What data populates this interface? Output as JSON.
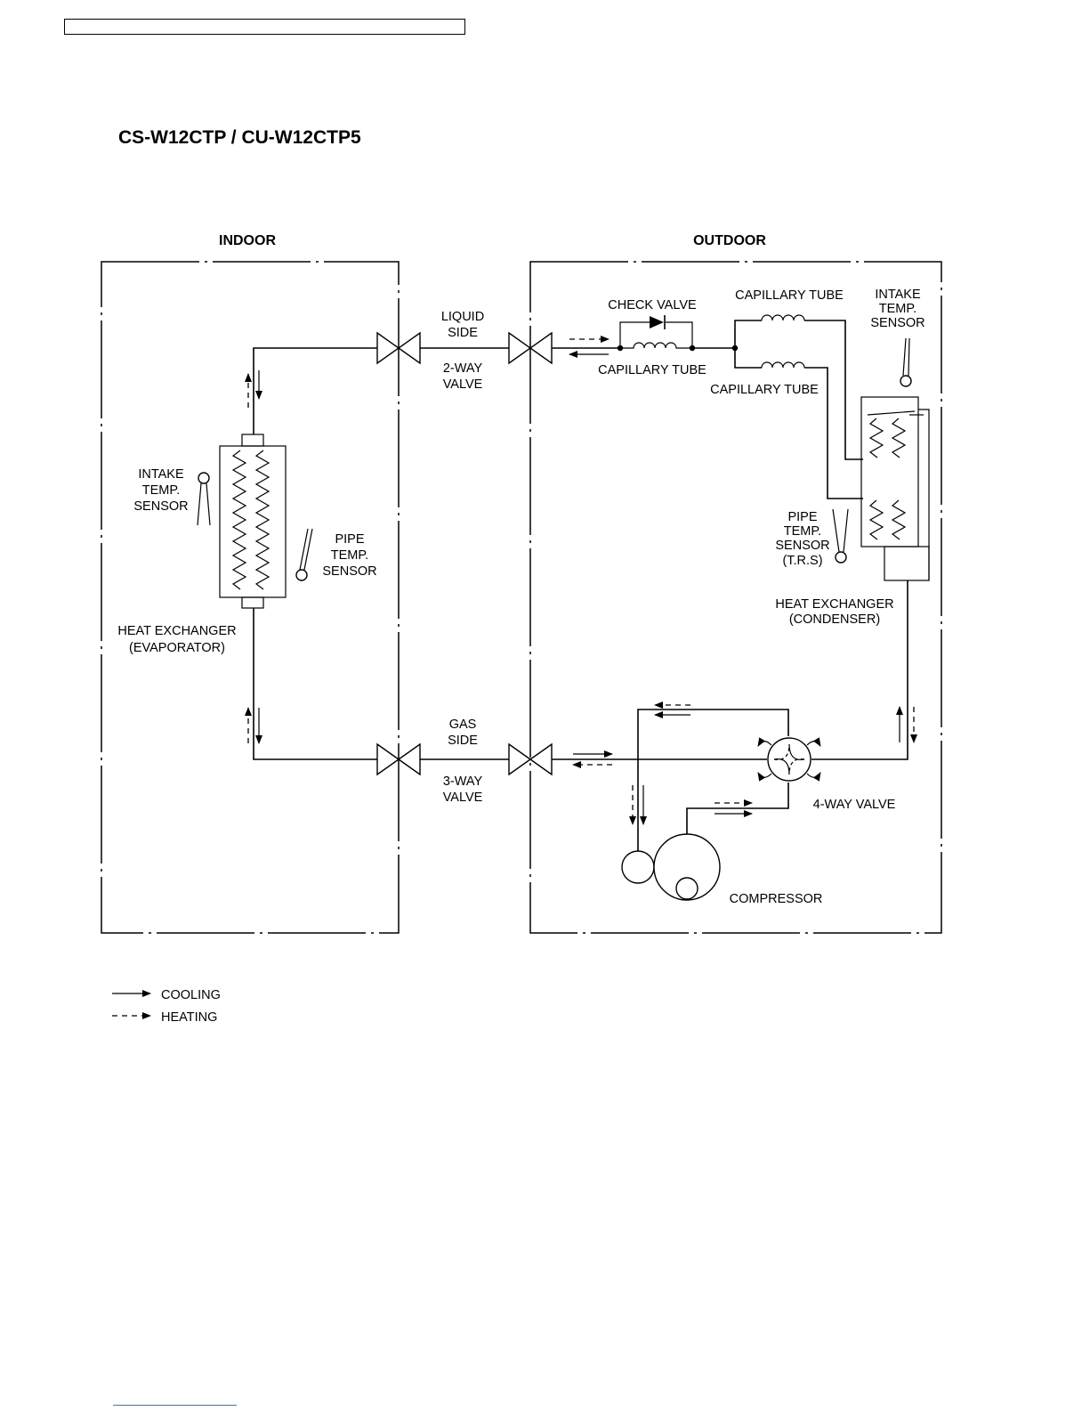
{
  "title": "CS-W12CTP / CU-W12CTP5",
  "sections": {
    "indoor": "INDOOR",
    "outdoor": "OUTDOOR"
  },
  "labels": {
    "liquid_side": [
      "LIQUID",
      "SIDE"
    ],
    "two_way_valve": [
      "2-WAY",
      "VALVE"
    ],
    "gas_side": [
      "GAS",
      "SIDE"
    ],
    "three_way_valve": [
      "3-WAY",
      "VALVE"
    ],
    "check_valve": "CHECK VALVE",
    "capillary_tube_1": "CAPILLARY TUBE",
    "capillary_tube_2": "CAPILLARY TUBE",
    "capillary_tube_3": "CAPILLARY TUBE",
    "outdoor_intake_sensor": [
      "INTAKE",
      "TEMP.",
      "SENSOR"
    ],
    "indoor_intake_sensor": [
      "INTAKE",
      "TEMP.",
      "SENSOR"
    ],
    "indoor_pipe_sensor": [
      "PIPE",
      "TEMP.",
      "SENSOR"
    ],
    "outdoor_pipe_sensor": [
      "PIPE",
      "TEMP.",
      "SENSOR",
      "(T.R.S)"
    ],
    "evaporator": [
      "HEAT EXCHANGER",
      "(EVAPORATOR)"
    ],
    "condenser": [
      "HEAT EXCHANGER",
      "(CONDENSER)"
    ],
    "four_way_valve": "4-WAY VALVE",
    "compressor": "COMPRESSOR"
  },
  "legend": {
    "cooling": "COOLING",
    "heating": "HEATING"
  },
  "colors": {
    "line": "#000000",
    "footer_link": "#3a6fd8"
  }
}
